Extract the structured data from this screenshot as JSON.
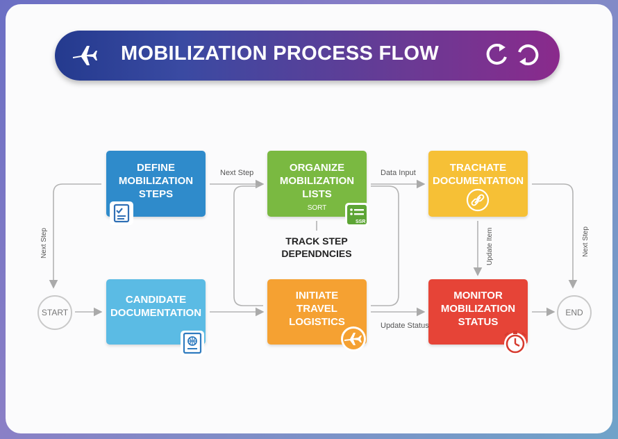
{
  "header": {
    "title": "MOBILIZATION PROCESS FLOW",
    "gradient_start": "#243a8e",
    "gradient_end": "#8a2a8c"
  },
  "nodes": {
    "start": "START",
    "end": "END",
    "define": {
      "label_lines": [
        "DEFINE",
        "MOBILIZATION",
        "STEPS"
      ],
      "color": "#2f8bcb",
      "icon": "checklist-icon"
    },
    "organize": {
      "label_lines": [
        "ORGANIZE",
        "MOBILIZATION",
        "LISTS"
      ],
      "sub": "SORT",
      "color": "#7ab941",
      "icon": "list-sort-icon",
      "icon_text": "SSR"
    },
    "track": {
      "label_lines": [
        "TRACHATE",
        "DOCUMENTATION"
      ],
      "color": "#f6c036",
      "icon": "link-icon"
    },
    "candidate": {
      "label_lines": [
        "CANDIDATE",
        "DOCUMENTATION"
      ],
      "color": "#5bbbe4",
      "icon": "passport-icon"
    },
    "initiate": {
      "label_lines": [
        "INITIATE",
        "TRAVEL",
        "LOGISTICS"
      ],
      "color": "#f5a132",
      "icon": "airplane-icon"
    },
    "monitor": {
      "label_lines": [
        "MONITOR",
        "MOBILIZATION",
        "STATUS"
      ],
      "color": "#e64437",
      "icon": "stopwatch-icon"
    }
  },
  "edge_labels": {
    "next_step_top": "Next Step",
    "data_input": "Data Input",
    "next_step_left": "Next Step",
    "next_step_right": "Next Step",
    "update_item": "Update Item",
    "update_status": "Update Status"
  },
  "track_dependencies_lines": [
    "TRACK STEP",
    "DEPENDNCIES"
  ],
  "icons": {
    "header_left": "airplane-icon",
    "header_right": "refresh-cycle-icon"
  }
}
